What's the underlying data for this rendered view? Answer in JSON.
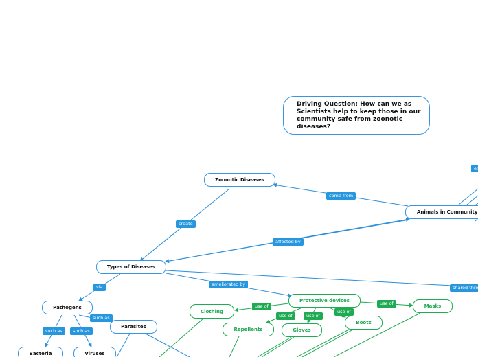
{
  "question": "Driving Question: How can we as Scientists help to keep those in our community safe from zoonotic diseases?",
  "colors": {
    "blue": "#3a95e0",
    "green": "#1faa54"
  },
  "nodes": {
    "zoonotic": "Zoonotic Diseases",
    "animals": "Animals in Community",
    "types": "Types of Diseases",
    "pathogens": "Pathogens",
    "parasites": "Parasites",
    "bacteria": "Bacteria",
    "viruses": "Viruses",
    "protective": "Protective devices",
    "clothing": "Clothing",
    "repellents": "Repellents",
    "gloves": "Gloves",
    "boots": "Boots",
    "masks": "Masks"
  },
  "links": {
    "come_from": "come from",
    "create": "create",
    "affected_by": "affected by",
    "via": "via",
    "ameliorated_by": "ameliorated by",
    "shared_through": "shared thro",
    "such_as_1": "such as",
    "such_as_2": "such as",
    "such_as_3": "such as",
    "use_of_clothing": "use of",
    "use_of_repellents": "use of",
    "use_of_gloves": "use of",
    "use_of_boots": "use of",
    "use_of_masks": "use of",
    "top_right": "en"
  }
}
